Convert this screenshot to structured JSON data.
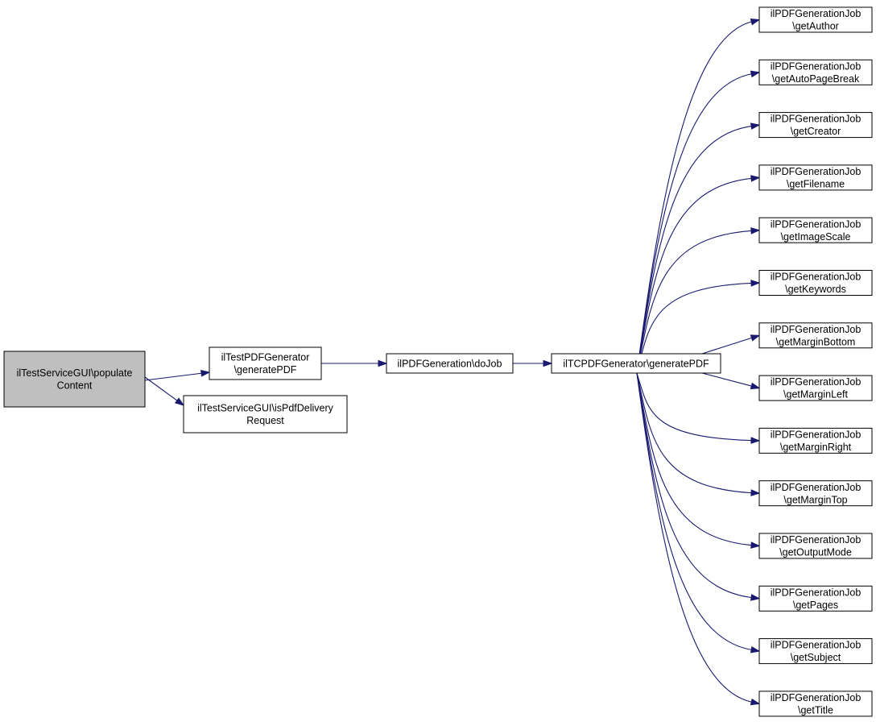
{
  "colors": {
    "edge": "#191970",
    "node_fill": "#ffffff",
    "root_fill": "#bfbfbf",
    "border": "#000000"
  },
  "nodes": [
    {
      "id": "root",
      "lines": [
        "ilTestServiceGUI\\populate",
        "Content"
      ],
      "highlight": true
    },
    {
      "id": "testgen",
      "lines": [
        "ilTestPDFGenerator",
        "\\generatePDF"
      ]
    },
    {
      "id": "ispdf",
      "lines": [
        "ilTestServiceGUI\\isPdfDelivery",
        "Request"
      ]
    },
    {
      "id": "dojob",
      "lines": [
        "ilPDFGeneration\\doJob"
      ]
    },
    {
      "id": "tcpdf",
      "lines": [
        "ilTCPDFGenerator\\generatePDF"
      ]
    },
    {
      "id": "j_author",
      "lines": [
        "ilPDFGenerationJob",
        "\\getAuthor"
      ]
    },
    {
      "id": "j_autopagebreak",
      "lines": [
        "ilPDFGenerationJob",
        "\\getAutoPageBreak"
      ]
    },
    {
      "id": "j_creator",
      "lines": [
        "ilPDFGenerationJob",
        "\\getCreator"
      ]
    },
    {
      "id": "j_filename",
      "lines": [
        "ilPDFGenerationJob",
        "\\getFilename"
      ]
    },
    {
      "id": "j_imagescale",
      "lines": [
        "ilPDFGenerationJob",
        "\\getImageScale"
      ]
    },
    {
      "id": "j_keywords",
      "lines": [
        "ilPDFGenerationJob",
        "\\getKeywords"
      ]
    },
    {
      "id": "j_marginbottom",
      "lines": [
        "ilPDFGenerationJob",
        "\\getMarginBottom"
      ]
    },
    {
      "id": "j_marginleft",
      "lines": [
        "ilPDFGenerationJob",
        "\\getMarginLeft"
      ]
    },
    {
      "id": "j_marginright",
      "lines": [
        "ilPDFGenerationJob",
        "\\getMarginRight"
      ]
    },
    {
      "id": "j_margintop",
      "lines": [
        "ilPDFGenerationJob",
        "\\getMarginTop"
      ]
    },
    {
      "id": "j_outputmode",
      "lines": [
        "ilPDFGenerationJob",
        "\\getOutputMode"
      ]
    },
    {
      "id": "j_pages",
      "lines": [
        "ilPDFGenerationJob",
        "\\getPages"
      ]
    },
    {
      "id": "j_subject",
      "lines": [
        "ilPDFGenerationJob",
        "\\getSubject"
      ]
    },
    {
      "id": "j_title",
      "lines": [
        "ilPDFGenerationJob",
        "\\getTitle"
      ]
    }
  ],
  "edges": [
    {
      "from": "root",
      "to": "testgen"
    },
    {
      "from": "root",
      "to": "ispdf"
    },
    {
      "from": "testgen",
      "to": "dojob"
    },
    {
      "from": "dojob",
      "to": "tcpdf"
    },
    {
      "from": "tcpdf",
      "to": "j_author"
    },
    {
      "from": "tcpdf",
      "to": "j_autopagebreak"
    },
    {
      "from": "tcpdf",
      "to": "j_creator"
    },
    {
      "from": "tcpdf",
      "to": "j_filename"
    },
    {
      "from": "tcpdf",
      "to": "j_imagescale"
    },
    {
      "from": "tcpdf",
      "to": "j_keywords"
    },
    {
      "from": "tcpdf",
      "to": "j_marginbottom"
    },
    {
      "from": "tcpdf",
      "to": "j_marginleft"
    },
    {
      "from": "tcpdf",
      "to": "j_marginright"
    },
    {
      "from": "tcpdf",
      "to": "j_margintop"
    },
    {
      "from": "tcpdf",
      "to": "j_outputmode"
    },
    {
      "from": "tcpdf",
      "to": "j_pages"
    },
    {
      "from": "tcpdf",
      "to": "j_subject"
    },
    {
      "from": "tcpdf",
      "to": "j_title"
    }
  ]
}
